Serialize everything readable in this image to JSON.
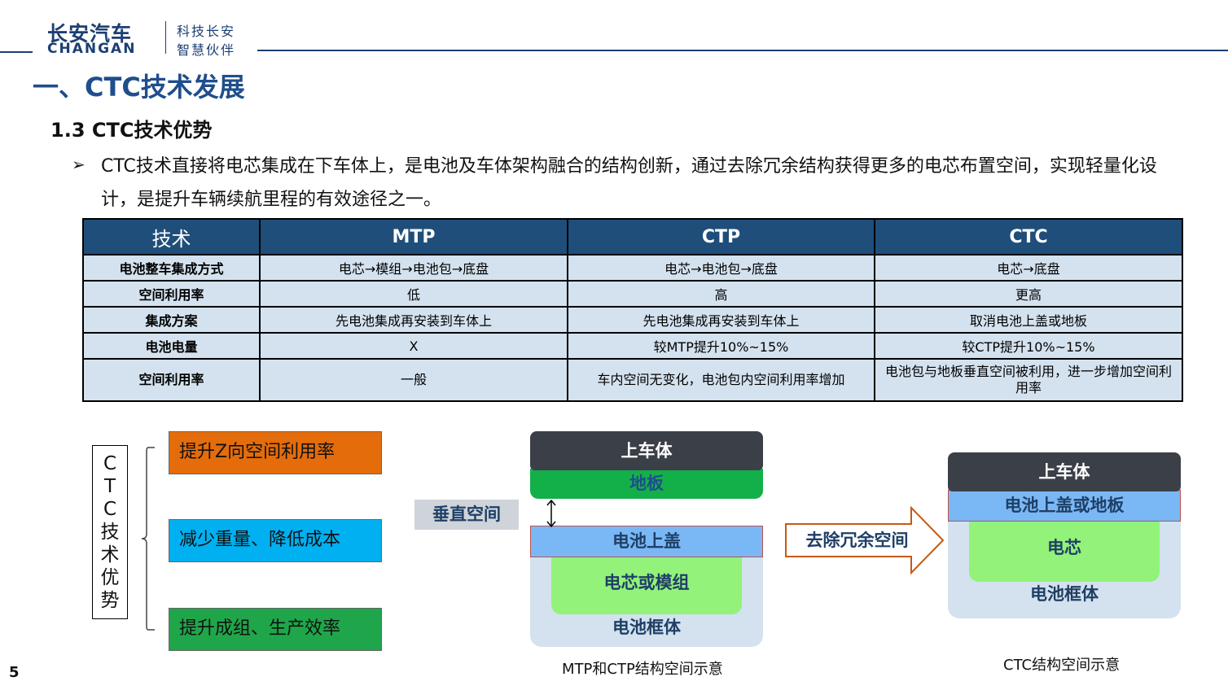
{
  "header": {
    "logo_cn": "长安汽车",
    "logo_en": "CHANGAN",
    "slogan_line1": "科技长安",
    "slogan_line2": "智慧伙伴"
  },
  "title": "一、CTC技术发展",
  "subtitle": "1.3 CTC技术优势",
  "bullet": {
    "mark": "➢",
    "text": "CTC技术直接将电芯集成在下车体上，是电池及车体架构融合的结构创新，通过去除冗余结构获得更多的电芯布置空间，实现轻量化设计，是提升车辆续航里程的有效途径之一。"
  },
  "table": {
    "headers": [
      "技术",
      "MTP",
      "CTP",
      "CTC"
    ],
    "rows": [
      [
        "电池整车集成方式",
        "电芯→模组→电池包→底盘",
        "电芯→电池包→底盘",
        "电芯→底盘"
      ],
      [
        "空间利用率",
        "低",
        "高",
        "更高"
      ],
      [
        "集成方案",
        "先电池集成再安装到车体上",
        "先电池集成再安装到车体上",
        "取消电池上盖或地板"
      ],
      [
        "电池电量",
        "X",
        "较MTP提升10%~15%",
        "较CTP提升10%~15%"
      ],
      [
        "空间利用率",
        "一般",
        "车内空间无变化，电池包内空间利用率增加",
        "电池包与地板垂直空间被利用，进一步增加空间利用率"
      ]
    ]
  },
  "advantages": {
    "label": "CTC技术优势",
    "items": [
      {
        "text": "提升Z向空间利用率",
        "color": "#e46c0a"
      },
      {
        "text": "减少重量、降低成本",
        "color": "#00b0f0"
      },
      {
        "text": "提升成组、生产效率",
        "color": "#1fa64a"
      }
    ]
  },
  "mtp_ctp": {
    "upper_body": "上车体",
    "floor": "地板",
    "vertical_space": "垂直空间",
    "battery_cover": "电池上盖",
    "cell_module": "电芯或模组",
    "battery_frame": "电池框体",
    "caption": "MTP和CTP结构空间示意"
  },
  "arrow_label": "去除冗余空间",
  "ctc": {
    "upper_body": "上车体",
    "cover_floor": "电池上盖或地板",
    "cell": "电芯",
    "battery_frame": "电池框体",
    "caption": "CTC结构空间示意"
  },
  "page_number": "5",
  "colors": {
    "header_blue": "#1c3f73",
    "table_header": "#1f4e7a",
    "table_cell": "#d4e2ef",
    "dark_block": "#3b3f48",
    "green_block": "#13b04a",
    "light_green": "#92f27a",
    "light_blue": "#7ab8f5",
    "frame_blue": "#d3e2ee"
  }
}
